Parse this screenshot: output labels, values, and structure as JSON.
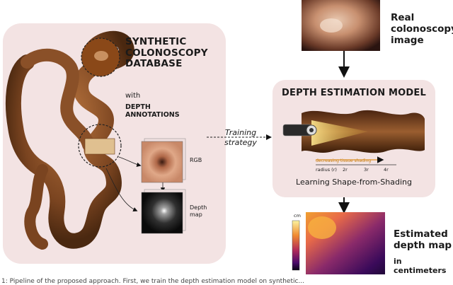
{
  "left_panel": {
    "title_lines": [
      "SYNTHETIC",
      "COLONOSCOPY",
      "DATABASE"
    ],
    "with": "with",
    "depth_annotations": [
      "DEPTH",
      "ANNOTATIONS"
    ],
    "rgb_label": "RGB",
    "depth_map_label": [
      "Depth",
      "map"
    ]
  },
  "training": [
    "Training",
    "strategy"
  ],
  "real_image_label": [
    "Real",
    "colonoscopy",
    "image"
  ],
  "model": {
    "title": "DEPTH ESTIMATION MODEL",
    "caption": "Learning Shape-from-Shading",
    "shading_label": "decreasing tissue shading",
    "radius_label": "radius (r)",
    "radius_ticks": [
      "2r",
      "3r",
      "4r"
    ]
  },
  "output": {
    "label": [
      "Estimated",
      "depth map"
    ],
    "sublabel": "in centimeters",
    "colorbar_unit": "cm"
  },
  "caption_fragment": "1: Pipeline of the proposed approach. First, we train the depth estimation model on synthetic..."
}
